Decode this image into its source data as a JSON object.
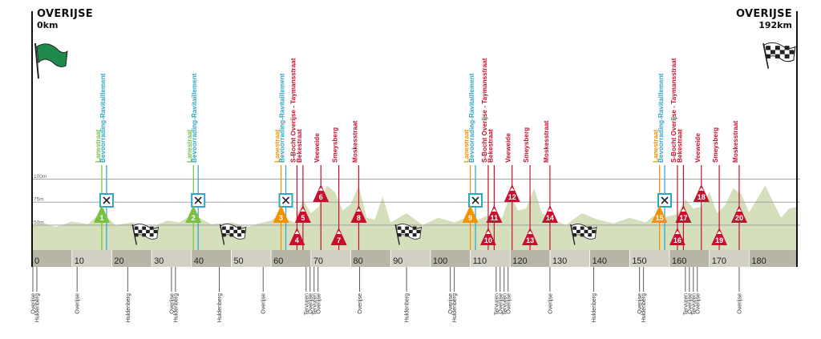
{
  "start": {
    "name": "OVERIJSE",
    "km_label": "0km"
  },
  "finish": {
    "name": "OVERIJSE",
    "km_label": "192km"
  },
  "altitude_labels": [
    "100m",
    "75m",
    "50m"
  ],
  "distance_ticks": [
    "0",
    "10",
    "20",
    "30",
    "40",
    "50",
    "60",
    "70",
    "80",
    "90",
    "100",
    "110",
    "120",
    "130",
    "140",
    "150",
    "160",
    "170",
    "180"
  ],
  "colors": {
    "terrain": "#d6dfbc",
    "axis_band_dark": "#b7b5a6",
    "axis_band_light": "#d2d0c4",
    "climb": "#c8102e",
    "sprint_green": "#7ac143",
    "sprint_orange": "#f39200",
    "feed": "#2aa6c9"
  },
  "chart_data": {
    "type": "area",
    "x_unit": "km",
    "y_unit": "m",
    "xlim": [
      0,
      192
    ],
    "profile": {
      "x": [
        0,
        3,
        6,
        10,
        14,
        17,
        19,
        21,
        25,
        30,
        34,
        37,
        40,
        42,
        45,
        50,
        54,
        57,
        60,
        62,
        64,
        66,
        68,
        70,
        72,
        74,
        76,
        78,
        80,
        82,
        84,
        86,
        88,
        90,
        94,
        98,
        102,
        106,
        110,
        112,
        114,
        116,
        118,
        120,
        122,
        124,
        126,
        128,
        130,
        134,
        138,
        142,
        146,
        150,
        154,
        156,
        158,
        160,
        162,
        164,
        166,
        168,
        170,
        172,
        174,
        176,
        178,
        180,
        184,
        188,
        190,
        192
      ],
      "y": [
        52,
        54,
        50,
        56,
        53,
        65,
        60,
        52,
        55,
        50,
        57,
        55,
        63,
        60,
        53,
        55,
        50,
        54,
        57,
        63,
        58,
        55,
        80,
        65,
        72,
        95,
        88,
        68,
        75,
        95,
        60,
        58,
        83,
        55,
        65,
        52,
        60,
        55,
        62,
        58,
        62,
        62,
        60,
        85,
        68,
        70,
        92,
        65,
        60,
        52,
        65,
        58,
        54,
        60,
        55,
        62,
        60,
        62,
        64,
        80,
        70,
        72,
        88,
        65,
        74,
        92,
        86,
        66,
        95,
        60,
        70,
        72
      ]
    },
    "markers": [
      {
        "km": 17.5,
        "label": "Lanestraat",
        "kind": "sprint",
        "color": "#7ac143"
      },
      {
        "km": 18.7,
        "label": "Bevoorrading-Ravitaillement",
        "kind": "feed",
        "color": "#2aa6c9"
      },
      {
        "km": 40.5,
        "label": "Lanestraat",
        "kind": "sprint",
        "color": "#7ac143"
      },
      {
        "km": 41.7,
        "label": "Bevoorrading-Ravitaillement",
        "kind": "feed",
        "color": "#2aa6c9"
      },
      {
        "km": 62.5,
        "label": "Lanestraat",
        "kind": "sprint",
        "color": "#f39200"
      },
      {
        "km": 63.7,
        "label": "Bevoorrading-Ravitaillement",
        "kind": "feed",
        "color": "#2aa6c9"
      },
      {
        "km": 66.5,
        "label": "S-Bocht Overijse - Taymansstraat",
        "kind": "climb",
        "color": "#c8102e"
      },
      {
        "km": 68.0,
        "label": "Bekestraat",
        "kind": "climb",
        "color": "#c8102e"
      },
      {
        "km": 72.5,
        "label": "Veeweide",
        "kind": "climb",
        "color": "#c8102e"
      },
      {
        "km": 77.0,
        "label": "Smeysberg",
        "kind": "climb",
        "color": "#c8102e"
      },
      {
        "km": 82.0,
        "label": "Moskesstraat",
        "kind": "climb",
        "color": "#c8102e"
      },
      {
        "km": 110.0,
        "label": "Lanestraat",
        "kind": "sprint",
        "color": "#f39200"
      },
      {
        "km": 111.3,
        "label": "Bevoorrading-Ravitaillement",
        "kind": "feed",
        "color": "#2aa6c9"
      },
      {
        "km": 114.5,
        "label": "S-Bocht Overijse - Taymansstraat",
        "kind": "climb",
        "color": "#c8102e"
      },
      {
        "km": 116.0,
        "label": "Bekestraat",
        "kind": "climb",
        "color": "#c8102e"
      },
      {
        "km": 120.5,
        "label": "Veeweide",
        "kind": "climb",
        "color": "#c8102e"
      },
      {
        "km": 125.0,
        "label": "Smeysberg",
        "kind": "climb",
        "color": "#c8102e"
      },
      {
        "km": 130.0,
        "label": "Moskesstraat",
        "kind": "climb",
        "color": "#c8102e"
      },
      {
        "km": 157.5,
        "label": "Lanestraat",
        "kind": "sprint",
        "color": "#f39200"
      },
      {
        "km": 158.8,
        "label": "Bevoorrading-Ravitaillement",
        "kind": "feed",
        "color": "#2aa6c9"
      },
      {
        "km": 162.0,
        "label": "S-Bocht Overijse - Taymansstraat",
        "kind": "climb",
        "color": "#c8102e"
      },
      {
        "km": 163.5,
        "label": "Bekestraat",
        "kind": "climb",
        "color": "#c8102e"
      },
      {
        "km": 168.0,
        "label": "Veeweide",
        "kind": "climb",
        "color": "#c8102e"
      },
      {
        "km": 172.5,
        "label": "Smeysberg",
        "kind": "climb",
        "color": "#c8102e"
      },
      {
        "km": 177.5,
        "label": "Moskesstraat",
        "kind": "climb",
        "color": "#c8102e"
      }
    ],
    "feed_zones_km": [
      18.7,
      41.7,
      63.7,
      111.3,
      158.8
    ],
    "numbered_points": [
      {
        "n": "1",
        "km": 17.5,
        "kind": "sprint",
        "color": "#7ac143",
        "level": "low"
      },
      {
        "n": "2",
        "km": 40.5,
        "kind": "sprint",
        "color": "#7ac143",
        "level": "low"
      },
      {
        "n": "3",
        "km": 62.5,
        "kind": "sprint",
        "color": "#f39200",
        "level": "low"
      },
      {
        "n": "4",
        "km": 66.5,
        "kind": "climb",
        "color": "#c8102e",
        "level": "bottom"
      },
      {
        "n": "5",
        "km": 68.0,
        "kind": "climb",
        "color": "#c8102e",
        "level": "low"
      },
      {
        "n": "6",
        "km": 72.5,
        "kind": "climb",
        "color": "#c8102e",
        "level": "high"
      },
      {
        "n": "7",
        "km": 77.0,
        "kind": "climb",
        "color": "#c8102e",
        "level": "bottom"
      },
      {
        "n": "8",
        "km": 82.0,
        "kind": "climb",
        "color": "#c8102e",
        "level": "low"
      },
      {
        "n": "9",
        "km": 110.0,
        "kind": "sprint",
        "color": "#f39200",
        "level": "low"
      },
      {
        "n": "10",
        "km": 114.5,
        "kind": "climb",
        "color": "#c8102e",
        "level": "bottom"
      },
      {
        "n": "11",
        "km": 116.0,
        "kind": "climb",
        "color": "#c8102e",
        "level": "low"
      },
      {
        "n": "12",
        "km": 120.5,
        "kind": "climb",
        "color": "#c8102e",
        "level": "high"
      },
      {
        "n": "13",
        "km": 125.0,
        "kind": "climb",
        "color": "#c8102e",
        "level": "bottom"
      },
      {
        "n": "14",
        "km": 130.0,
        "kind": "climb",
        "color": "#c8102e",
        "level": "low"
      },
      {
        "n": "15",
        "km": 157.5,
        "kind": "sprint",
        "color": "#f39200",
        "level": "low"
      },
      {
        "n": "16",
        "km": 162.0,
        "kind": "climb",
        "color": "#c8102e",
        "level": "bottom"
      },
      {
        "n": "17",
        "km": 163.5,
        "kind": "climb",
        "color": "#c8102e",
        "level": "low"
      },
      {
        "n": "18",
        "km": 168.0,
        "kind": "climb",
        "color": "#c8102e",
        "level": "high"
      },
      {
        "n": "19",
        "km": 172.5,
        "kind": "climb",
        "color": "#c8102e",
        "level": "bottom"
      },
      {
        "n": "20",
        "km": 177.5,
        "kind": "climb",
        "color": "#c8102e",
        "level": "low"
      }
    ],
    "lap_flags_km": [
      26,
      48,
      92,
      136
    ],
    "places": [
      {
        "km": 0.2,
        "label": "Overijse"
      },
      {
        "km": 1.2,
        "label": "Huldenberg"
      },
      {
        "km": 11.3,
        "label": "Overijse"
      },
      {
        "km": 24.0,
        "label": "Huldenberg"
      },
      {
        "km": 35.0,
        "label": "Overijse"
      },
      {
        "km": 36.0,
        "label": "Huldenberg"
      },
      {
        "km": 47.0,
        "label": "Huldenberg"
      },
      {
        "km": 58.0,
        "label": "Overijse"
      },
      {
        "km": 68.8,
        "label": "Tervuren"
      },
      {
        "km": 69.8,
        "label": "Overijse"
      },
      {
        "km": 70.8,
        "label": "Tervuren"
      },
      {
        "km": 71.8,
        "label": "Overijse"
      },
      {
        "km": 82.2,
        "label": "Overijse"
      },
      {
        "km": 94.0,
        "label": "Huldenberg"
      },
      {
        "km": 105.0,
        "label": "Overijse"
      },
      {
        "km": 106.0,
        "label": "Huldenberg"
      },
      {
        "km": 116.5,
        "label": "Tervuren"
      },
      {
        "km": 117.5,
        "label": "Overijse"
      },
      {
        "km": 118.5,
        "label": "Tervuren"
      },
      {
        "km": 119.5,
        "label": "Overijse"
      },
      {
        "km": 130.0,
        "label": "Overijse"
      },
      {
        "km": 141.0,
        "label": "Huldenberg"
      },
      {
        "km": 152.5,
        "label": "Overijse"
      },
      {
        "km": 153.5,
        "label": "Huldenberg"
      },
      {
        "km": 164.0,
        "label": "Tervuren"
      },
      {
        "km": 165.0,
        "label": "Overijse"
      },
      {
        "km": 166.0,
        "label": "Tervuren"
      },
      {
        "km": 167.0,
        "label": "Overijse"
      },
      {
        "km": 177.5,
        "label": "Overijse"
      }
    ]
  }
}
